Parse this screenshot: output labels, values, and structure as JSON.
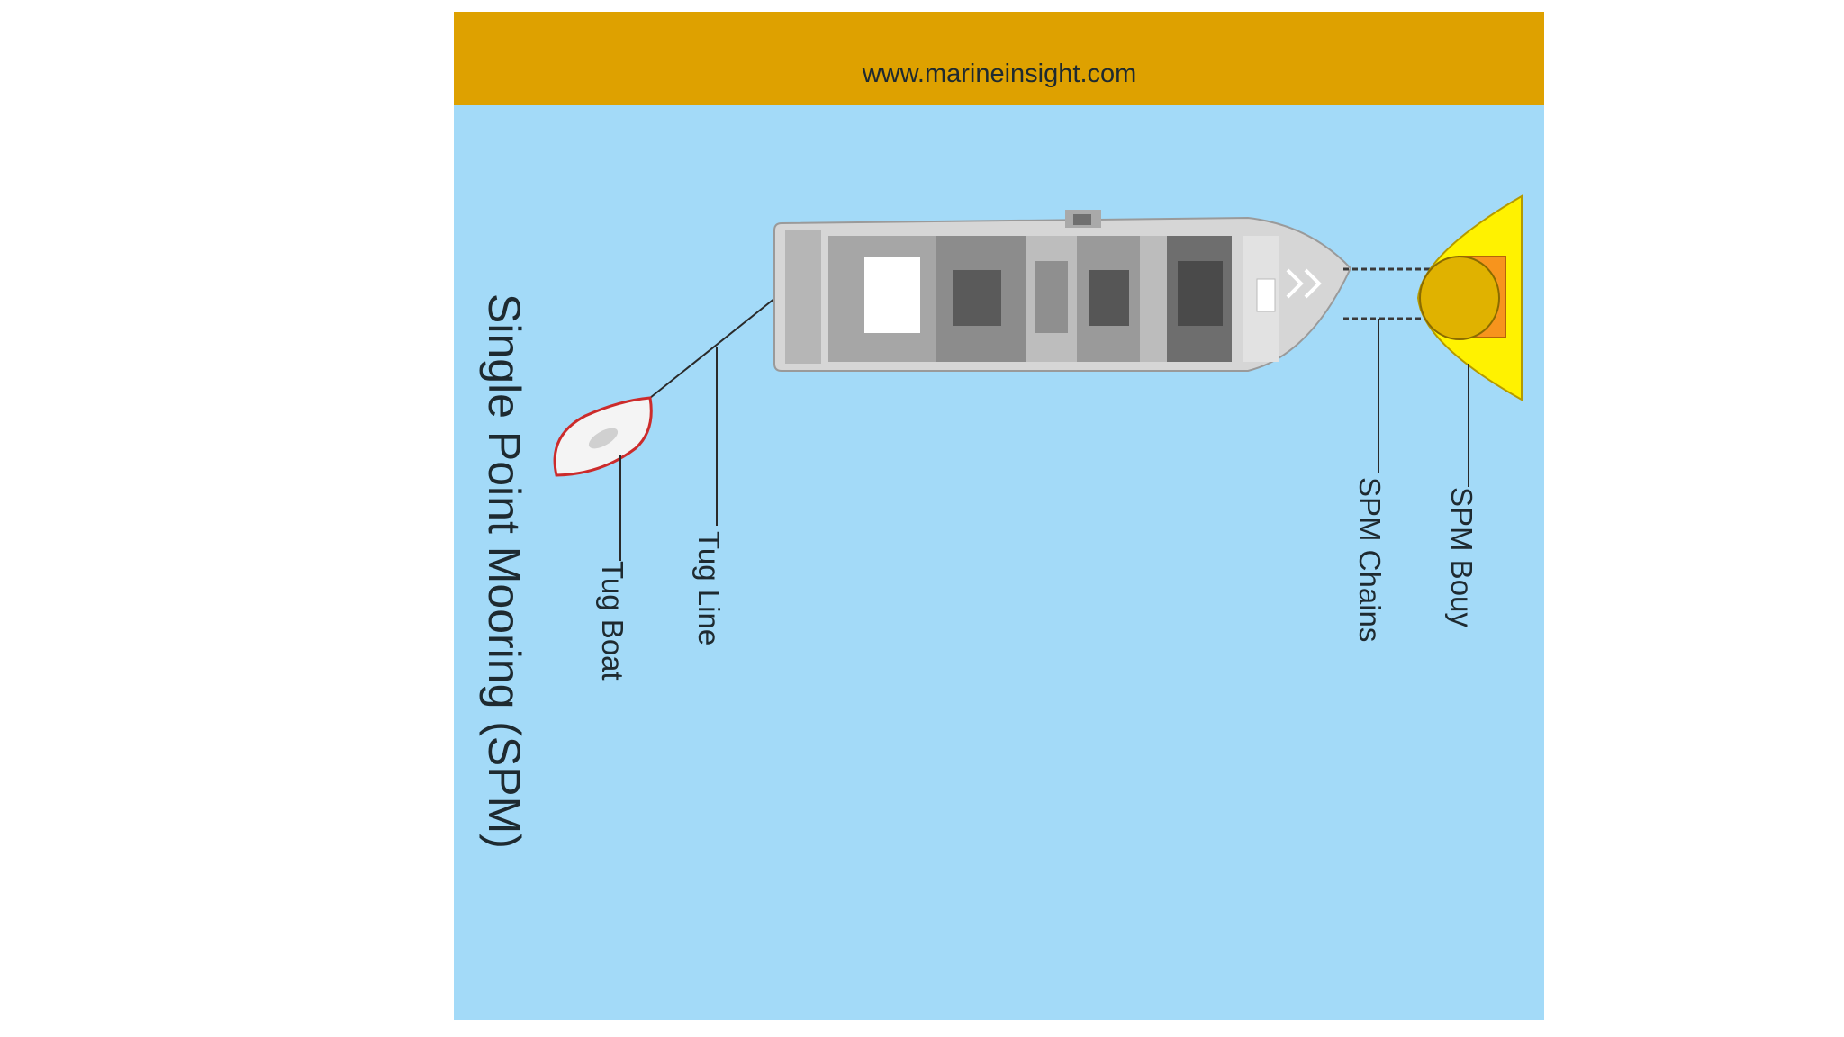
{
  "header": {
    "website": "www.marineinsight.com"
  },
  "diagram": {
    "title": "Single Point Mooring (SPM)",
    "labels": {
      "tug_boat": "Tug Boat",
      "tug_line": "Tug Line",
      "spm_chains": "SPM Chains",
      "spm_bouy": "SPM Bouy"
    }
  },
  "colors": {
    "sea": "#a3daf8",
    "header_band": "#dea100",
    "ship_hull": "#d3d3d3",
    "ship_deck": "#8f8f8f",
    "buoy_cone": "#fff200",
    "buoy_body": "#e0b200",
    "buoy_frame": "#f7941d",
    "tug_outline": "#cc2b2b"
  },
  "icons": {
    "ship": "tanker-ship-icon",
    "tug": "tug-boat-icon",
    "buoy": "spm-buoy-icon"
  }
}
